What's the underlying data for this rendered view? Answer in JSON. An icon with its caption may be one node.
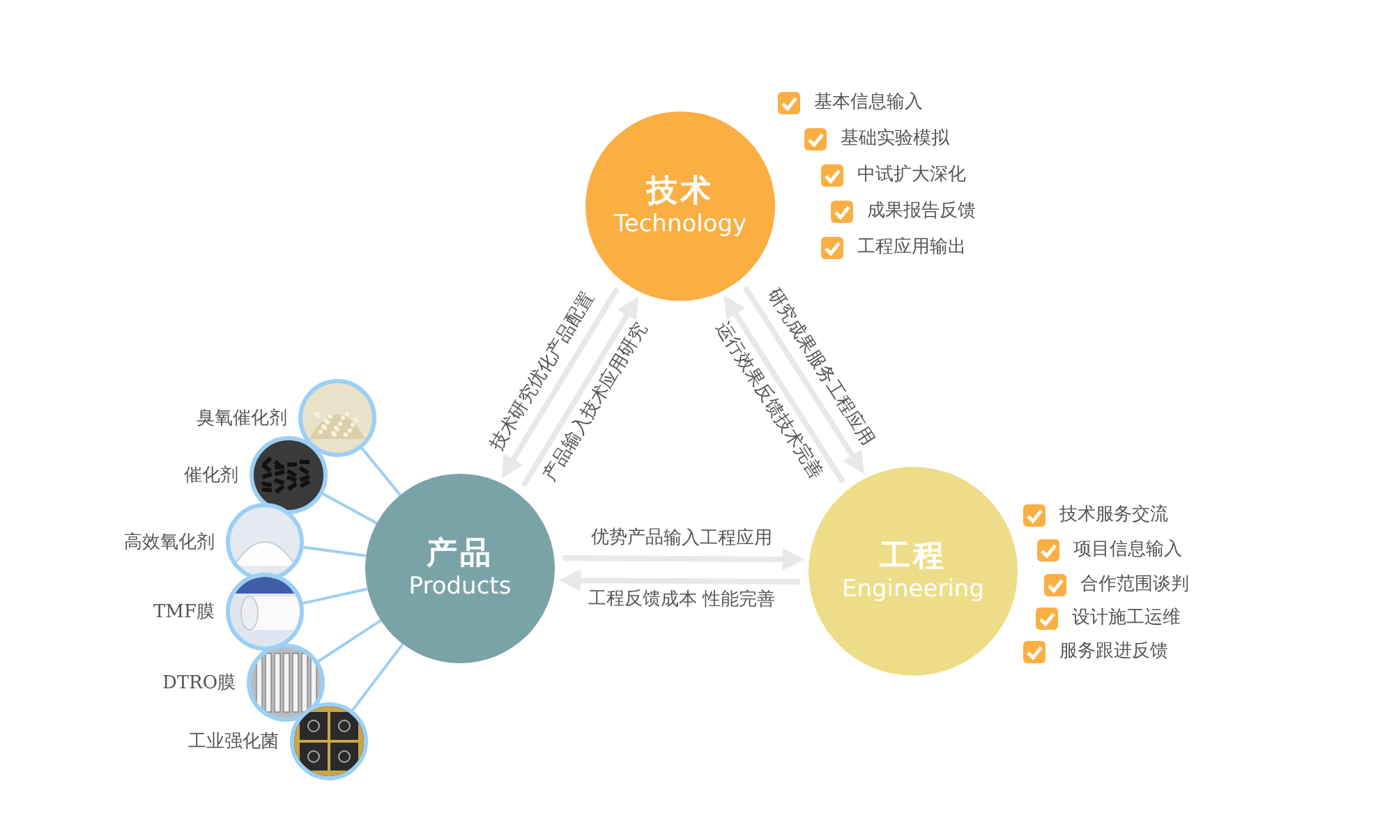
{
  "diagram": {
    "nodes": [
      {
        "text": [
          "技术",
          "Technology"
        ]
      },
      {
        "text": [
          "产品",
          "Products"
        ]
      },
      {
        "text": [
          "工程",
          "Engineering"
        ]
      },
      {
        "text": [],
        "shape": "picture",
        "beside": [
          "臭氧催化剂"
        ]
      },
      {
        "text": [],
        "shape": "picture",
        "beside": [
          "催化剂"
        ]
      },
      {
        "text": [],
        "shape": "picture",
        "beside": [
          "高效氧化剂"
        ]
      },
      {
        "text": [],
        "shape": "picture",
        "beside": [
          "TMF膜"
        ]
      },
      {
        "text": [],
        "shape": "picture",
        "beside": [
          "DTRO膜"
        ]
      },
      {
        "text": [],
        "shape": "picture",
        "beside": [
          "工业强化菌"
        ]
      }
    ],
    "edges": [
      {
        "from": 0,
        "to": 1,
        "arrow": "to",
        "label": "技术研究优化产品配置",
        "style": "thick",
        "color": "#e8e8e8"
      },
      {
        "from": 1,
        "to": 0,
        "arrow": "to",
        "label": "产品输入技术应用研究",
        "style": "thick",
        "color": "#e8e8e8"
      },
      {
        "from": 0,
        "to": 2,
        "arrow": "to",
        "label": "研究成果服务工程应用",
        "style": "thick",
        "color": "#e8e8e8"
      },
      {
        "from": 2,
        "to": 0,
        "arrow": "to",
        "label": "运行效果反馈技术完善",
        "style": "thick",
        "color": "#e8e8e8"
      },
      {
        "from": 1,
        "to": 2,
        "arrow": "to",
        "label": "优势产品输入工程应用",
        "style": "thick",
        "color": "#e8e8e8"
      },
      {
        "from": 2,
        "to": 1,
        "arrow": "to",
        "label": "工程反馈成本 性能完善",
        "style": "thick",
        "color": "#e8e8e8"
      },
      {
        "from": 1,
        "to": 3,
        "arrow": "none"
      },
      {
        "from": 1,
        "to": 4,
        "arrow": "none"
      },
      {
        "from": 1,
        "to": 5,
        "arrow": "none"
      },
      {
        "from": 1,
        "to": 6,
        "arrow": "none"
      },
      {
        "from": 1,
        "to": 7,
        "arrow": "none"
      },
      {
        "from": 1,
        "to": 8,
        "arrow": "none"
      }
    ],
    "labels": [
      "基本信息输入",
      "基础实验模拟",
      "中试扩大深化",
      "成果报告反馈",
      "工程应用输出",
      "技术服务交流",
      "项目信息输入",
      "合作范围谈判",
      "设计施工运维",
      "服务跟进反馈"
    ]
  }
}
